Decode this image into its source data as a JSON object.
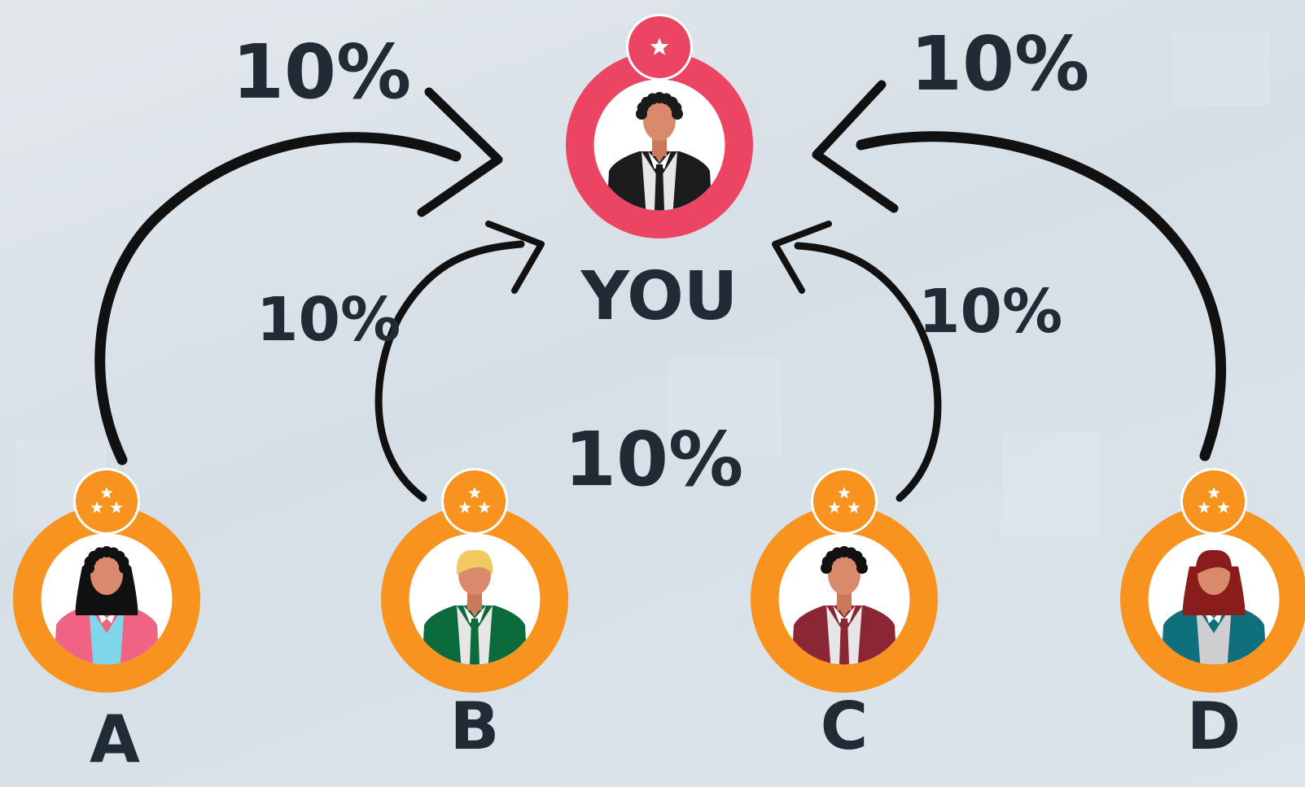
{
  "center": {
    "label": "YOU",
    "stars": 1,
    "ring_color": "#ec4463",
    "suit_color": "#1c1c1c",
    "tie_color": "#1c1c1c",
    "shirt_color": "#e6e6e6",
    "hair_color": "#1a1a1a",
    "skin_color": "#d98a6a"
  },
  "members": [
    {
      "label": "A",
      "stars": 3,
      "ring_color": "#f7931e",
      "hair_color": "#111111",
      "top_color": "#f06384",
      "shirt_color": "#7fd6ea",
      "tie_color": "",
      "skin_color": "#d98a6a"
    },
    {
      "label": "B",
      "stars": 3,
      "ring_color": "#f7931e",
      "hair_color": "#f2c95e",
      "top_color": "#0b6b3a",
      "shirt_color": "#e6e6e6",
      "tie_color": "#0b6b3a",
      "skin_color": "#d98a6a"
    },
    {
      "label": "C",
      "stars": 3,
      "ring_color": "#f7931e",
      "hair_color": "#111111",
      "top_color": "#8b2635",
      "shirt_color": "#e6e6e6",
      "tie_color": "#8b2635",
      "skin_color": "#d98a6a"
    },
    {
      "label": "D",
      "stars": 3,
      "ring_color": "#f7931e",
      "hair_color": "#8b1c1c",
      "top_color": "#0f6f7a",
      "shirt_color": "#cfcfcf",
      "tie_color": "",
      "skin_color": "#d98a6a"
    }
  ],
  "flows": [
    {
      "from": "A",
      "to": "YOU",
      "percent": "10%"
    },
    {
      "from": "B",
      "to": "YOU",
      "percent": "10%"
    },
    {
      "from": "C",
      "to": "YOU",
      "percent": "10%"
    },
    {
      "from": "D",
      "to": "YOU",
      "percent": "10%"
    }
  ],
  "center_percent": "10%",
  "colors": {
    "text": "#212b35",
    "arrow": "#111111",
    "star_badge_center": "#ec4463",
    "star_badge_member": "#f7931e"
  }
}
